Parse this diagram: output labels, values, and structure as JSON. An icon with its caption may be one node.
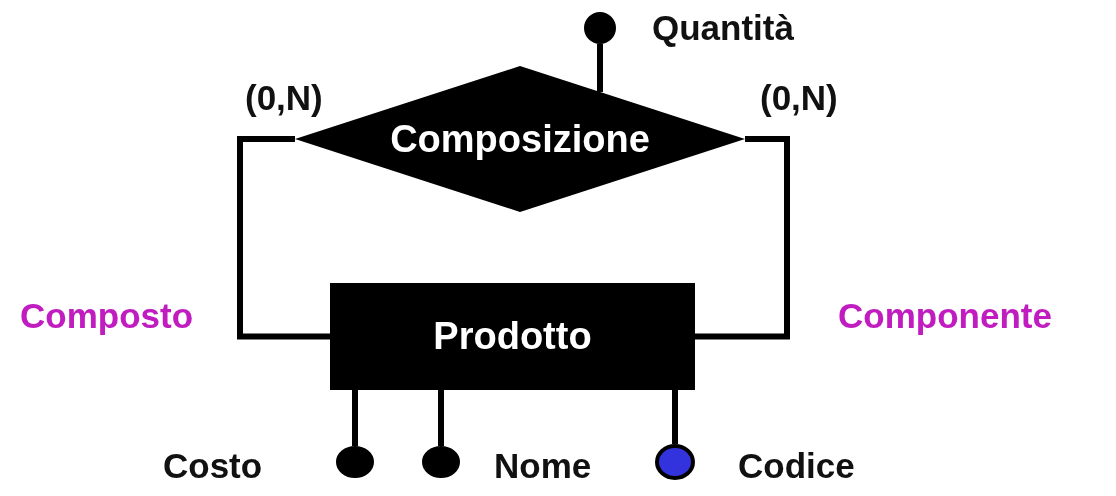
{
  "diagram": {
    "nodes": [
      {
        "text": [],
        "shape": "circle",
        "beside": [
          "Quantità"
        ]
      },
      {
        "text": [
          "Composizione"
        ]
      },
      {
        "text": [
          "Prodotto"
        ]
      },
      {
        "text": [],
        "shape": "circle",
        "beside": [
          "Costo"
        ]
      },
      {
        "text": [],
        "shape": "circle",
        "beside": [
          "Nome"
        ]
      },
      {
        "text": [],
        "shape": "circle",
        "beside": [
          "Codice"
        ]
      }
    ],
    "edges": [
      {
        "from": 0,
        "to": 1,
        "arrow": "none"
      },
      {
        "from": 1,
        "to": 2,
        "arrow": "none",
        "label": "Composto"
      },
      {
        "from": 1,
        "to": 2,
        "arrow": "none",
        "label": "Componente"
      },
      {
        "from": 2,
        "to": 3,
        "arrow": "none"
      },
      {
        "from": 2,
        "to": 4,
        "arrow": "none"
      },
      {
        "from": 2,
        "to": 5,
        "arrow": "none"
      }
    ],
    "labels": [
      "(0,N)",
      "(0,N)"
    ]
  }
}
